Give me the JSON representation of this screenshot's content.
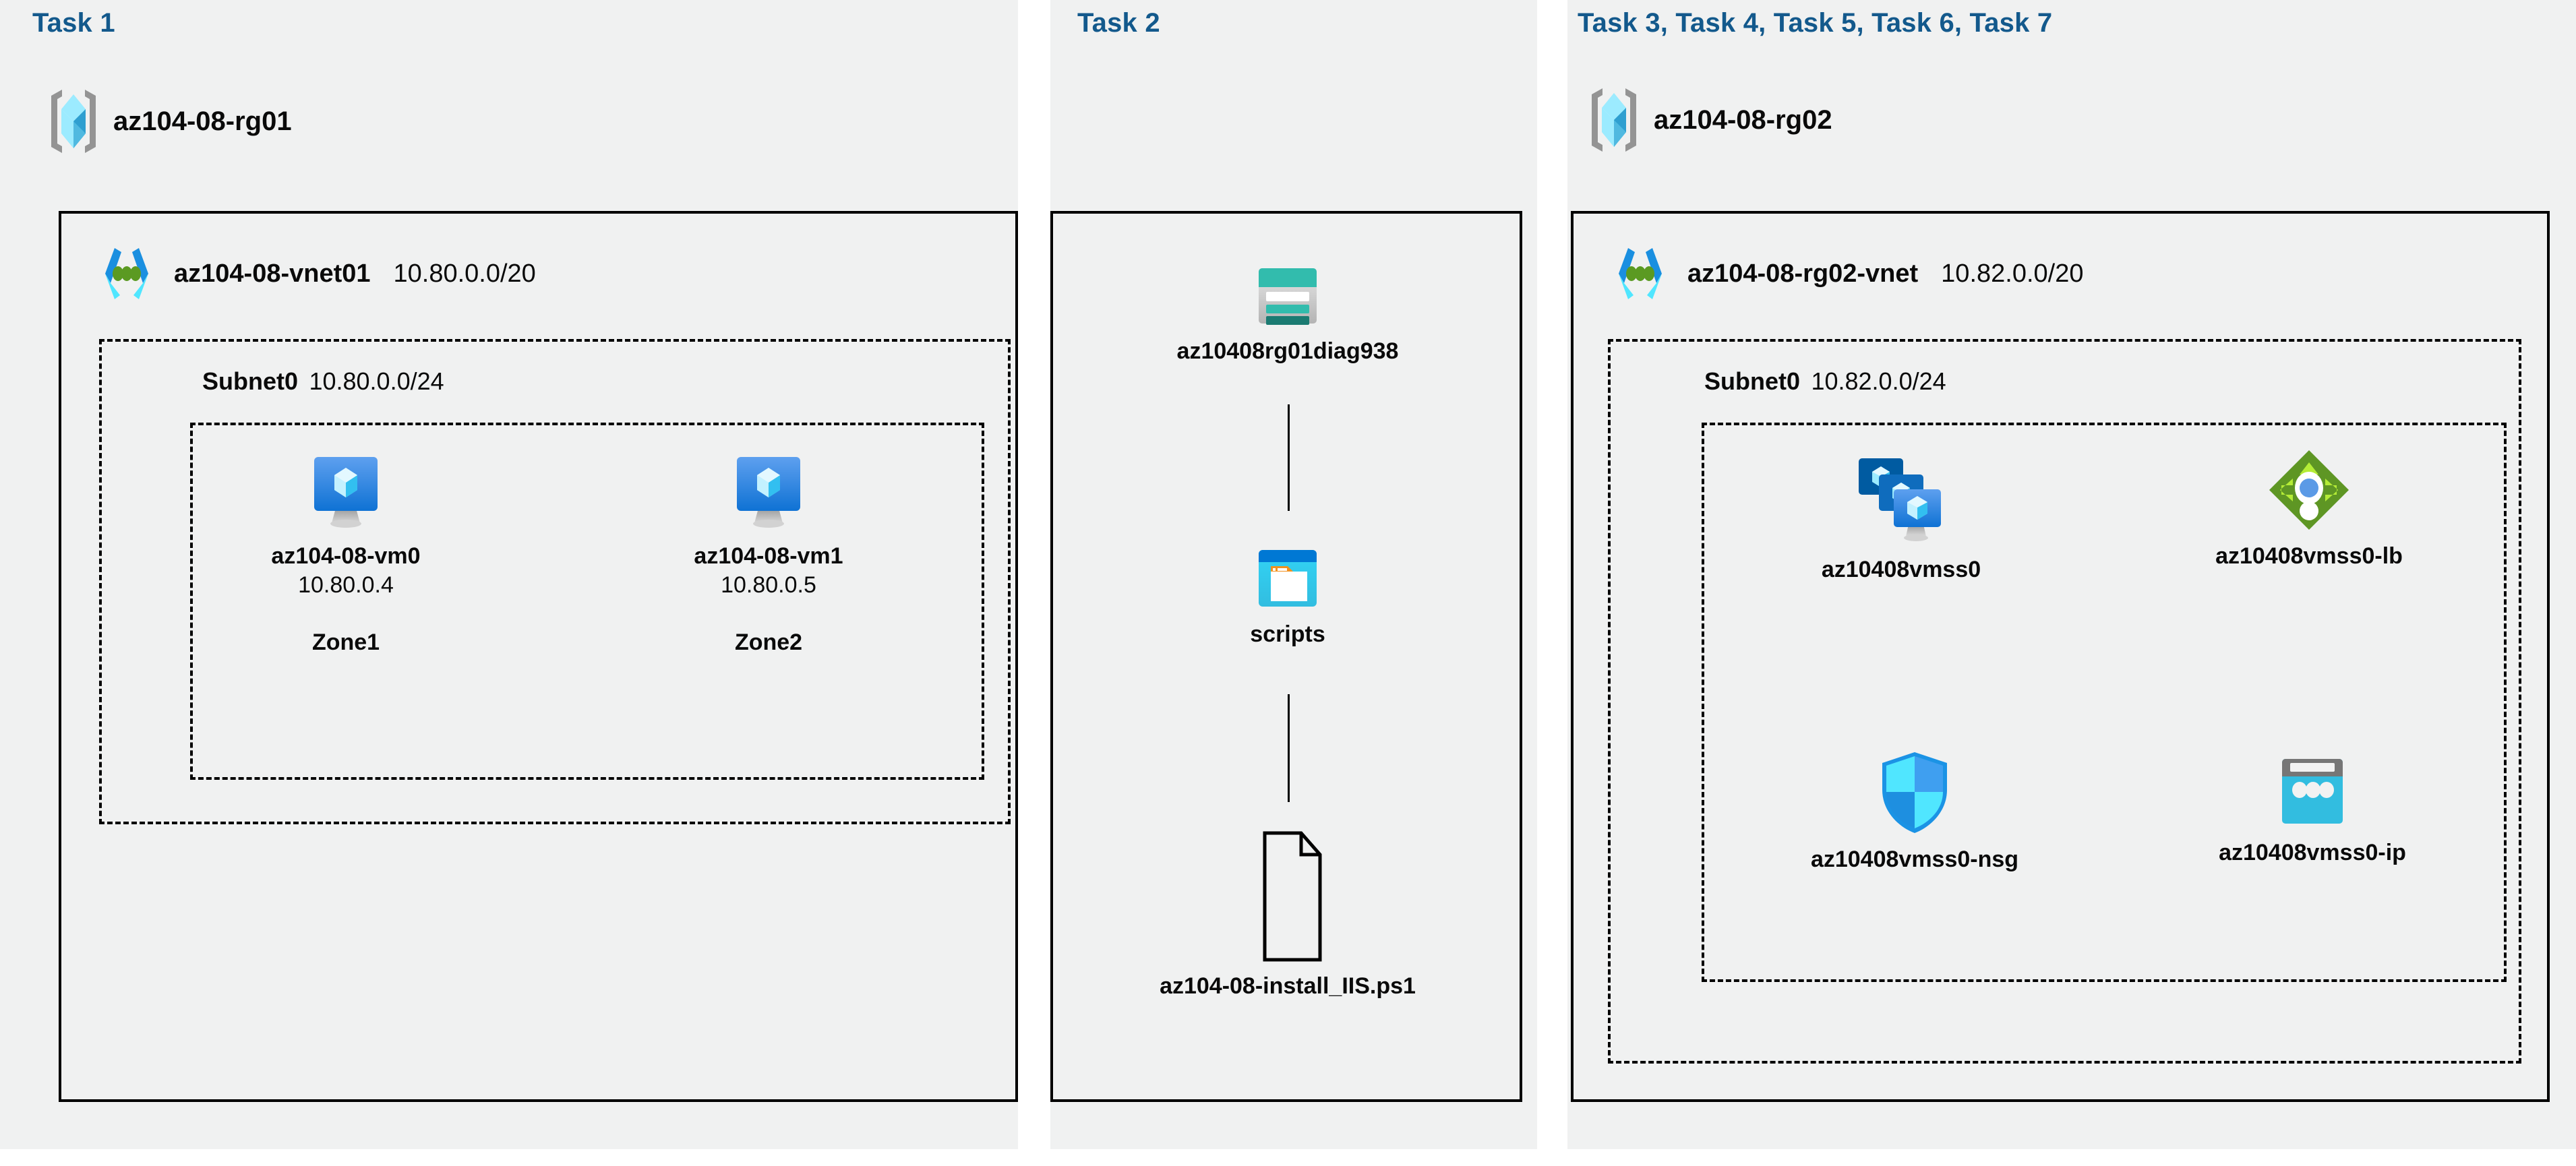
{
  "tasks": {
    "task1_title": "Task 1",
    "task2_title": "Task 2",
    "task3_title": "Task 3, Task 4, Task 5, Task 6, Task 7"
  },
  "colors": {
    "task_title": "#13598c",
    "panel_bg": "#f0f1f1",
    "page_bg": "#ffffff",
    "border": "#000000",
    "azure_blue": "#0078d4",
    "azure_cyan": "#50e6ff",
    "lb_green": "#5e9624",
    "storage_teal": "#32bcad"
  },
  "rg1": {
    "icon": "resource-group-icon",
    "label": "az104-08-rg01"
  },
  "rg2": {
    "icon": "resource-group-icon",
    "label": "az104-08-rg02"
  },
  "vnet1": {
    "icon": "virtual-network-icon",
    "name": "az104-08-vnet01",
    "cidr": "10.80.0.0/20",
    "subnet": {
      "name": "Subnet0",
      "cidr": "10.80.0.0/24"
    },
    "vms": [
      {
        "icon": "virtual-machine-icon",
        "label": "az104-08-vm0",
        "ip": "10.80.0.4",
        "zone": "Zone1"
      },
      {
        "icon": "virtual-machine-icon",
        "label": "az104-08-vm1",
        "ip": "10.80.0.5",
        "zone": "Zone2"
      }
    ]
  },
  "task2": {
    "storage_account": {
      "icon": "storage-account-icon",
      "label": "az10408rg01diag938"
    },
    "container": {
      "icon": "blob-container-icon",
      "label": "scripts"
    },
    "file": {
      "icon": "file-icon",
      "label": "az104-08-install_IIS.ps1"
    }
  },
  "vnet2": {
    "icon": "virtual-network-icon",
    "name": "az104-08-rg02-vnet",
    "cidr": "10.82.0.0/20",
    "subnet": {
      "name": "Subnet0",
      "cidr": "10.82.0.0/24"
    },
    "resources": [
      {
        "icon": "vm-scale-set-icon",
        "label": "az10408vmss0"
      },
      {
        "icon": "load-balancer-icon",
        "label": "az10408vmss0-lb"
      },
      {
        "icon": "network-security-group-icon",
        "label": "az10408vmss0-nsg"
      },
      {
        "icon": "public-ip-address-icon",
        "label": "az10408vmss0-ip"
      }
    ]
  }
}
